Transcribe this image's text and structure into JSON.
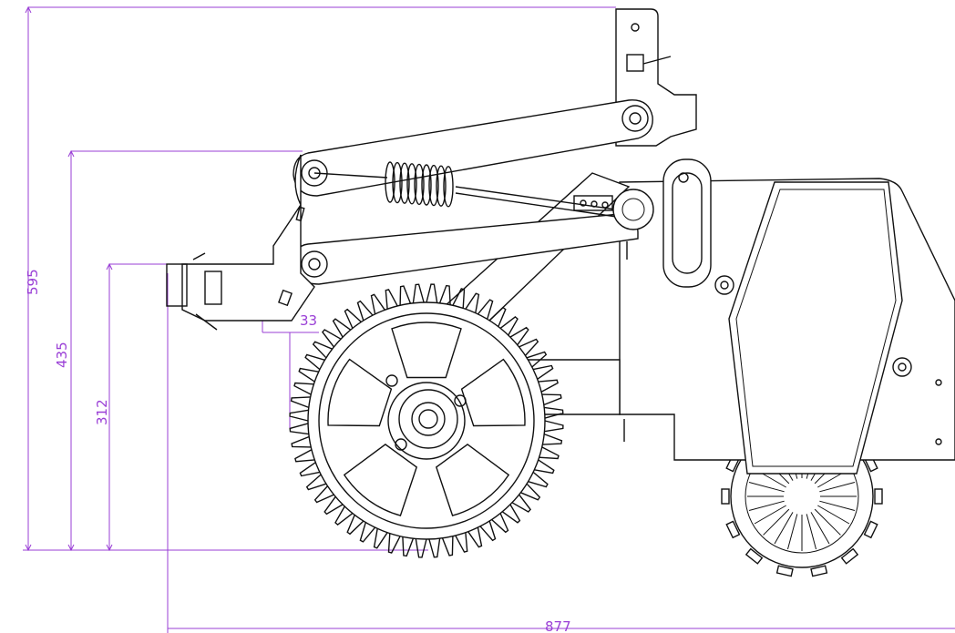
{
  "drawing": {
    "dimension_color": "#9a3fd6",
    "line_color": "#111111",
    "dimensions": {
      "total_height": "595",
      "upper_pivot_height": "435",
      "hitch_height": "312",
      "offset": "33",
      "length": "877"
    }
  }
}
